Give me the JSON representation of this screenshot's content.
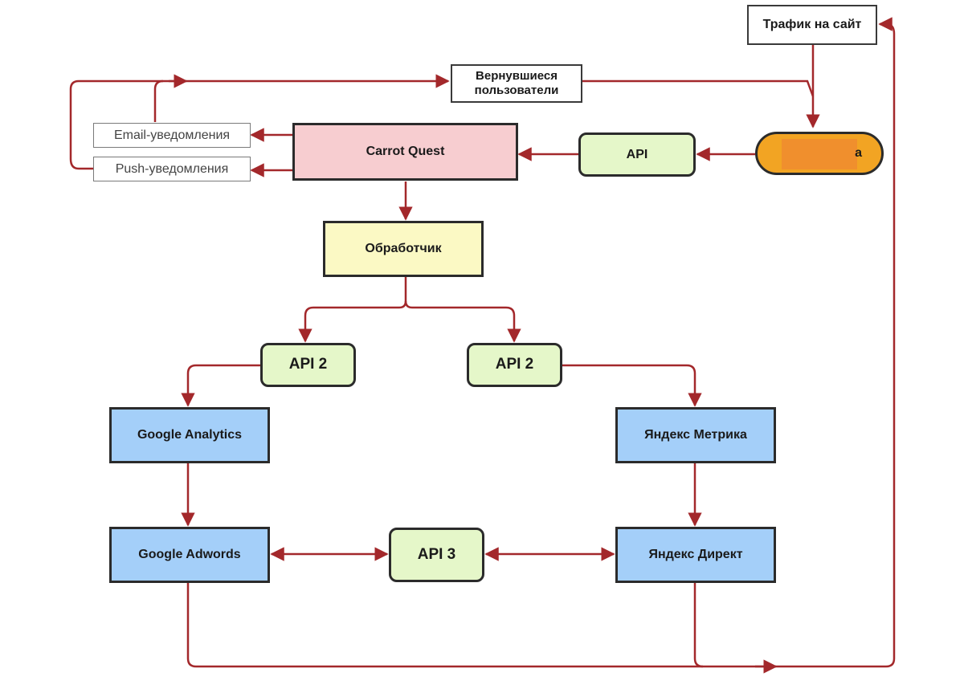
{
  "colors": {
    "arrow": "#a3282b",
    "carrot_fill": "#f7cdd0",
    "api_fill": "#e5f7c9",
    "processor_fill": "#fbf9c4",
    "service_fill": "#a4cff9",
    "source_fill": "#f2a423",
    "redaction": "#f08f2d"
  },
  "nodes": {
    "site_traffic": "Трафик на сайт",
    "returning_users": "Вернувшиеся пользователи",
    "email_notifications": "Email-уведомления",
    "push_notifications": "Push-уведомления",
    "carrot_quest": "Carrot Quest",
    "api": "API",
    "source_suffix": "а",
    "processor": "Обработчик",
    "api2_left": "API 2",
    "api2_right": "API 2",
    "google_analytics": "Google Analytics",
    "yandex_metrika": "Яндекс Метрика",
    "google_adwords": "Google Adwords",
    "api3": "API 3",
    "yandex_direct": "Яндекс Директ"
  }
}
